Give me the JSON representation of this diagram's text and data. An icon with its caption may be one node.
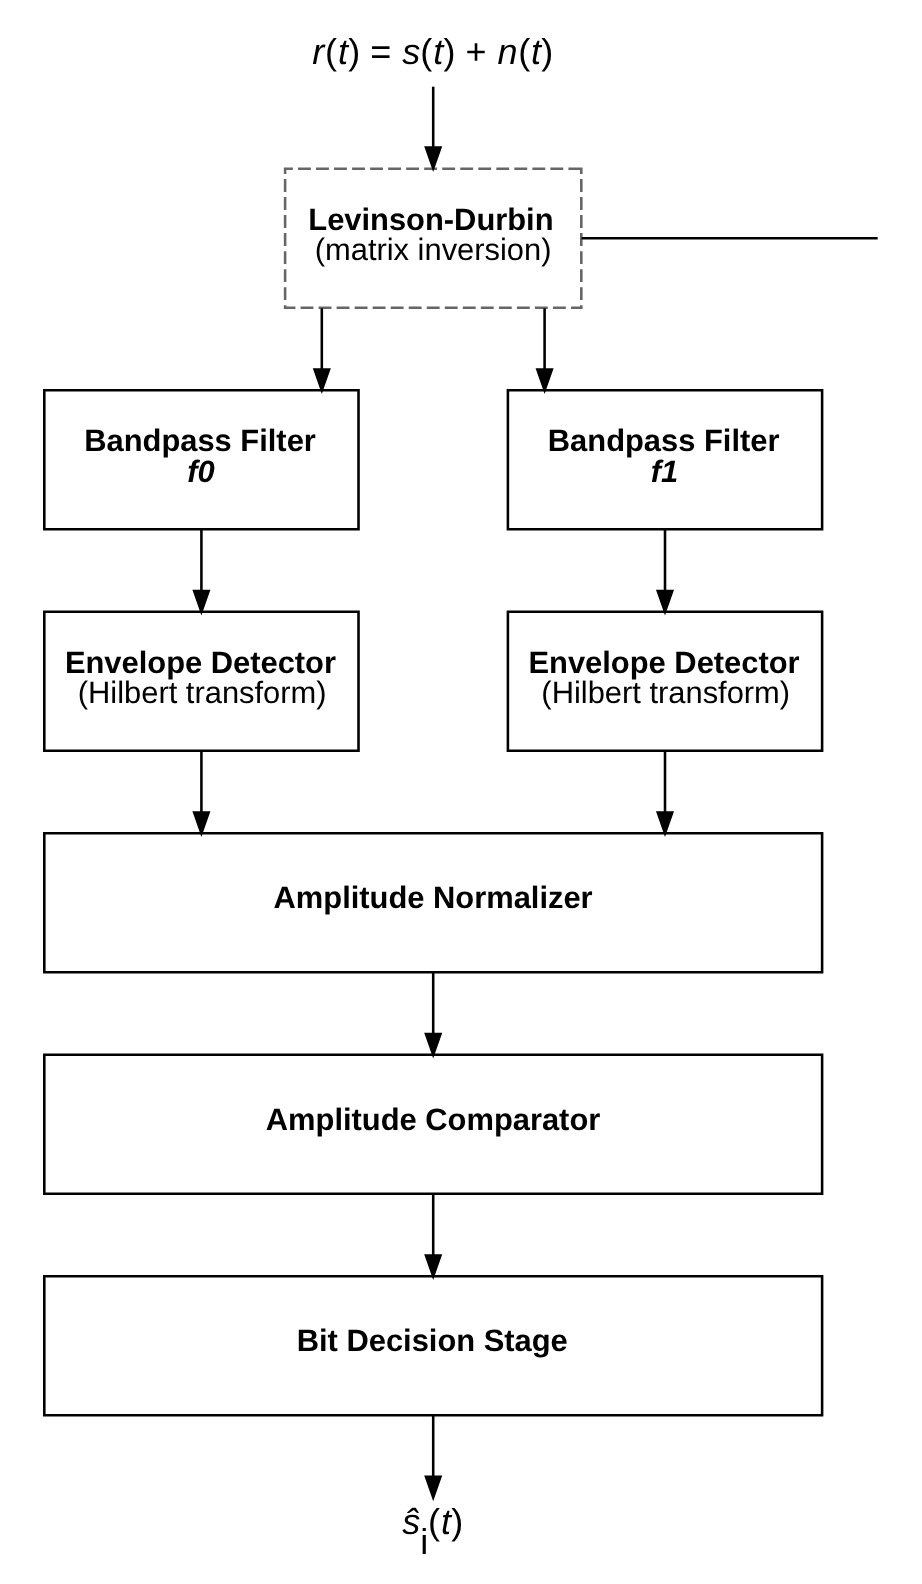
{
  "diagram": {
    "nodes": [
      {
        "text": [
          "*r*(*t*) = *s*(*t*) + *n*(*t*)"
        ]
      },
      {
        "text": [
          "Levinson-Durbin",
          "(matrix inversion)"
        ]
      },
      {
        "text": [
          "Bandpass Filter",
          "f0"
        ]
      },
      {
        "text": [
          "Bandpass Filter",
          "f1"
        ]
      },
      {
        "text": [
          "Envelope Detector",
          "(Hilbert transform)"
        ]
      },
      {
        "text": [
          "Envelope Detector",
          "(Hilbert transform)"
        ]
      },
      {
        "text": [
          "Amplitude Normalizer"
        ]
      },
      {
        "text": [
          "Amplitude Comparator"
        ]
      },
      {
        "text": [
          "Bit Decision Stage"
        ]
      },
      {
        "text": [
          "*ŝ*$_{i}$(*t*)"
        ]
      }
    ],
    "edges": [
      {
        "from": 0,
        "to": 1,
        "arrow": "to"
      },
      {
        "from": 1,
        "to": 2,
        "arrow": "to"
      },
      {
        "from": 1,
        "to": 3,
        "arrow": "to"
      },
      {
        "from": 2,
        "to": 4,
        "arrow": "to"
      },
      {
        "from": 3,
        "to": 5,
        "arrow": "to"
      },
      {
        "from": 4,
        "to": 6,
        "arrow": "to"
      },
      {
        "from": 5,
        "to": 6,
        "arrow": "to"
      },
      {
        "from": 6,
        "to": 7,
        "arrow": "to"
      },
      {
        "from": 7,
        "to": 8,
        "arrow": "to"
      },
      {
        "from": 8,
        "to": 9,
        "arrow": "to"
      },
      {
        "from": 1,
        "to": null,
        "arrow": "none"
      }
    ]
  }
}
